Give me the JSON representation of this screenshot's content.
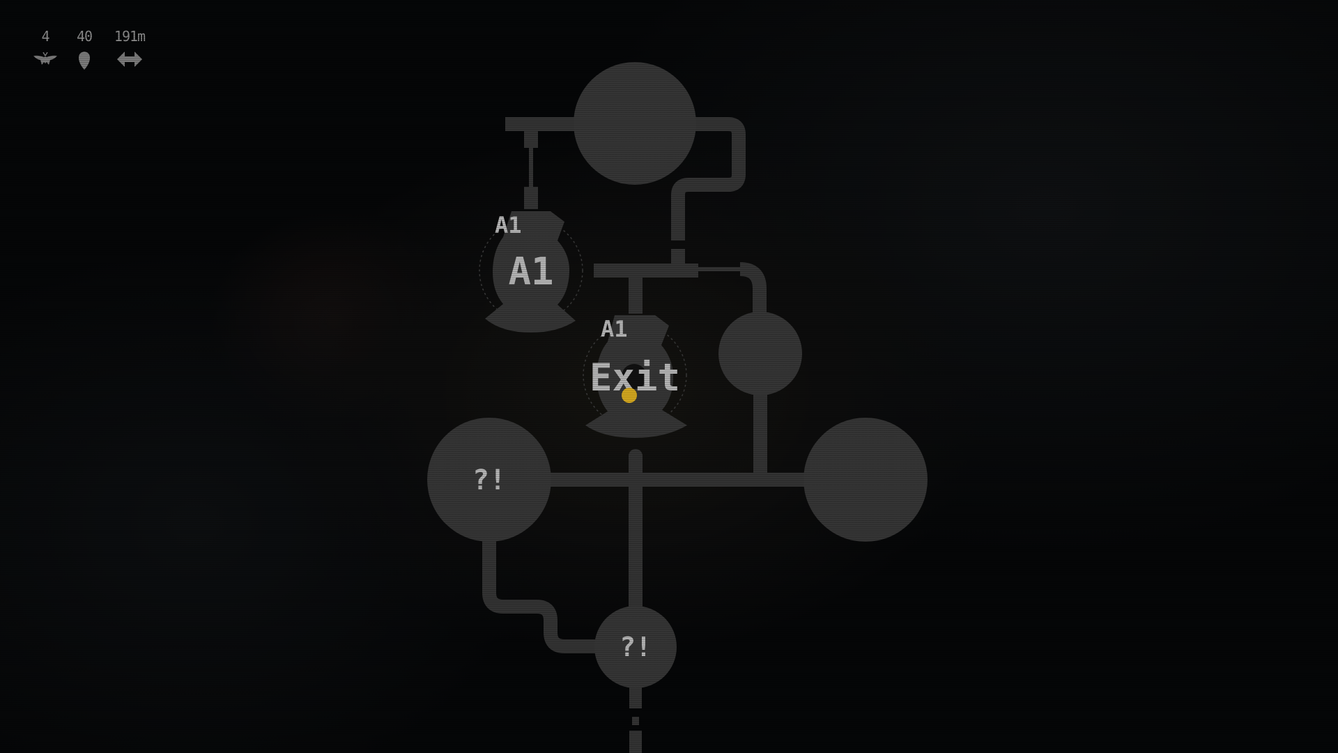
{
  "hud": {
    "moths": {
      "value": "4",
      "icon": "moth-icon"
    },
    "drops": {
      "value": "40",
      "icon": "drop-icon"
    },
    "distance": {
      "value": "191m",
      "icon": "horizontal-arrows-icon"
    }
  },
  "map": {
    "colors": {
      "node_fill": "#353535",
      "pipe_fill": "#333333",
      "label_color": "#b4b4b4",
      "player_marker": "#d4a820",
      "background": "#050607"
    },
    "nodes": {
      "top": {
        "label": ""
      },
      "a1_room": {
        "tag": "A1",
        "label": "A1"
      },
      "exit_room": {
        "tag": "A1",
        "label": "Exit"
      },
      "right_small": {
        "label": ""
      },
      "left_unknown": {
        "label": "?!"
      },
      "right_large": {
        "label": ""
      },
      "bottom_unknown": {
        "label": "?!"
      }
    },
    "player_marker": "player-location-marker"
  }
}
